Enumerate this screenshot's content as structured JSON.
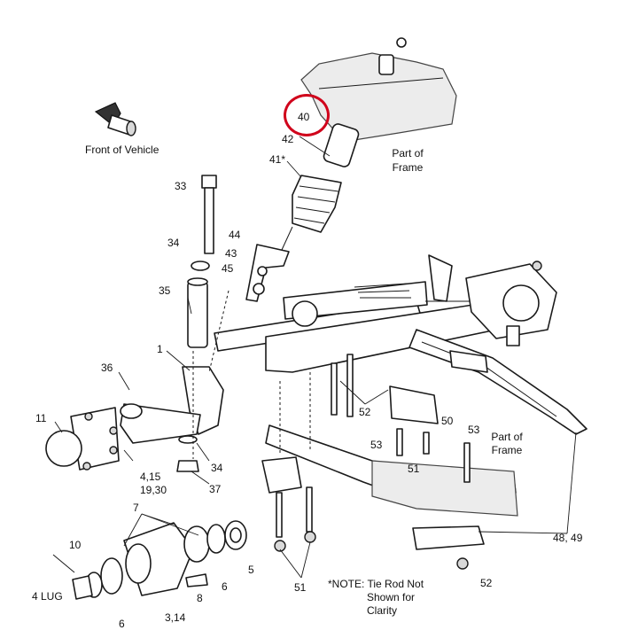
{
  "labels": {
    "front_vehicle": "Front of Vehicle",
    "part_frame_top_1": "Part of",
    "part_frame_top_2": "Frame",
    "part_frame_right_1": "Part of",
    "part_frame_right_2": "Frame",
    "note_1": "*NOTE: Tie Rod Not",
    "note_2": "Shown for",
    "note_3": "Clarity",
    "lug": "4 LUG"
  },
  "callouts": {
    "c40": "40",
    "c42": "42",
    "c41": "41*",
    "c33": "33",
    "c34a": "34",
    "c44": "44",
    "c43": "43",
    "c45": "45",
    "c35": "35",
    "c1": "1",
    "c36": "36",
    "c11": "11",
    "c4": "4,15",
    "c19": "19,30",
    "c34b": "34",
    "c37": "37",
    "c52a": "52",
    "c50": "50",
    "c53a": "53",
    "c51a": "51",
    "c53b": "53",
    "c48": "48, 49",
    "c7": "7",
    "c10": "10",
    "c6a": "6",
    "c5": "5",
    "c8": "8",
    "c3": "3,14",
    "c6b": "6",
    "c51b": "51",
    "c52b": "52"
  },
  "highlight": {
    "color": "#d0021b",
    "target": "40"
  }
}
